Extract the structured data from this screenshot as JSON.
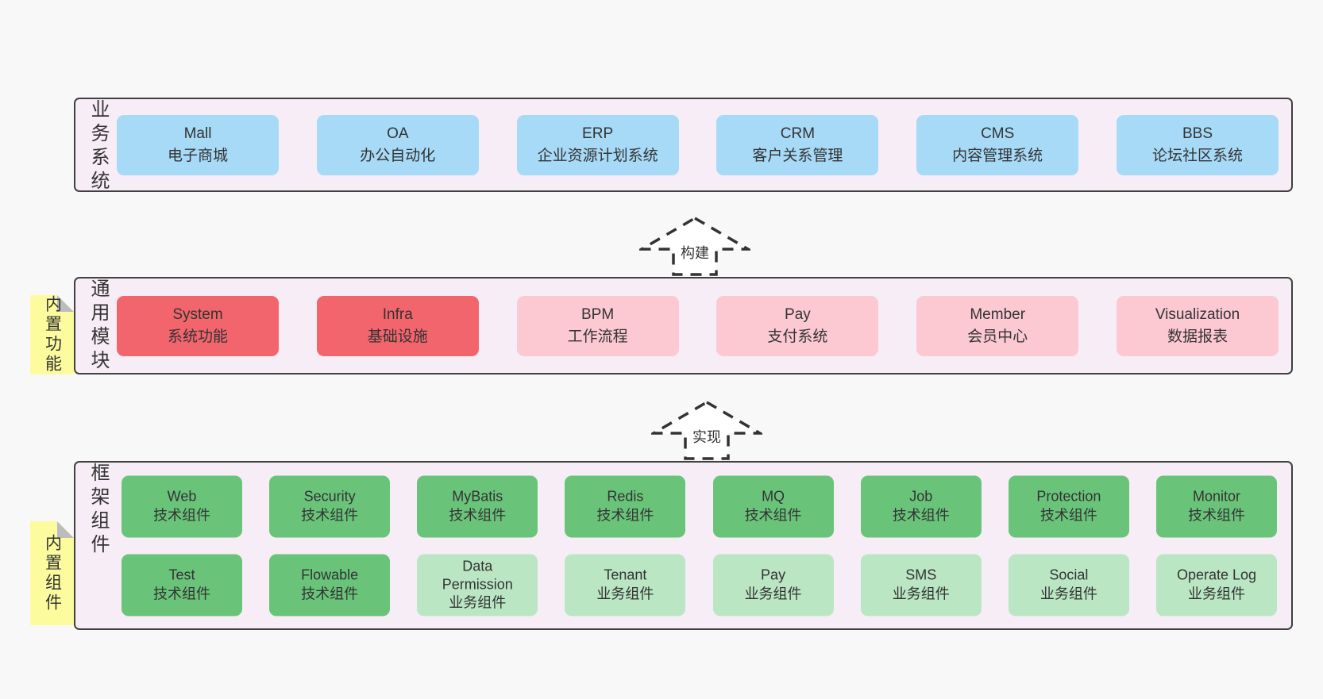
{
  "colors": {
    "page_bg": "#f8f8f8",
    "band_bg": "#f7edf6",
    "band_border": "#404040",
    "business_box": "#a7daf6",
    "core_module_box": "#f2656c",
    "optional_module_box": "#fcc9d3",
    "tech_component_box": "#69c47a",
    "biz_component_box": "#bae6c3",
    "note_bg": "#fcfc9e",
    "note_fold": "#bcbcbc",
    "text": "#333333"
  },
  "arrows": {
    "build": "构建",
    "implement": "实现"
  },
  "band1": {
    "label": "业务系统",
    "boxes": [
      {
        "name": "Mall",
        "desc": "电子商城",
        "kind": "business"
      },
      {
        "name": "OA",
        "desc": "办公自动化",
        "kind": "business"
      },
      {
        "name": "ERP",
        "desc": "企业资源计划系统",
        "kind": "business"
      },
      {
        "name": "CRM",
        "desc": "客户关系管理",
        "kind": "business"
      },
      {
        "name": "CMS",
        "desc": "内容管理系统",
        "kind": "business"
      },
      {
        "name": "BBS",
        "desc": "论坛社区系统",
        "kind": "business"
      }
    ]
  },
  "band2": {
    "label": "通用模块",
    "note": "内置功能",
    "boxes": [
      {
        "name": "System",
        "desc": "系统功能",
        "kind": "core"
      },
      {
        "name": "Infra",
        "desc": "基础设施",
        "kind": "core"
      },
      {
        "name": "BPM",
        "desc": "工作流程",
        "kind": "optional"
      },
      {
        "name": "Pay",
        "desc": "支付系统",
        "kind": "optional"
      },
      {
        "name": "Member",
        "desc": "会员中心",
        "kind": "optional"
      },
      {
        "name": "Visualization",
        "desc": "数据报表",
        "kind": "optional"
      }
    ]
  },
  "band3": {
    "label": "框架组件",
    "note": "内置组件",
    "row1": [
      {
        "name": "Web",
        "desc": "技术组件",
        "kind": "tech"
      },
      {
        "name": "Security",
        "desc": "技术组件",
        "kind": "tech"
      },
      {
        "name": "MyBatis",
        "desc": "技术组件",
        "kind": "tech"
      },
      {
        "name": "Redis",
        "desc": "技术组件",
        "kind": "tech"
      },
      {
        "name": "MQ",
        "desc": "技术组件",
        "kind": "tech"
      },
      {
        "name": "Job",
        "desc": "技术组件",
        "kind": "tech"
      },
      {
        "name": "Protection",
        "desc": "技术组件",
        "kind": "tech"
      },
      {
        "name": "Monitor",
        "desc": "技术组件",
        "kind": "tech"
      }
    ],
    "row2": [
      {
        "name": "Test",
        "desc": "技术组件",
        "kind": "tech"
      },
      {
        "name": "Flowable",
        "desc": "技术组件",
        "kind": "tech"
      },
      {
        "name": "Data Permission",
        "desc": "业务组件",
        "kind": "biz"
      },
      {
        "name": "Tenant",
        "desc": "业务组件",
        "kind": "biz"
      },
      {
        "name": "Pay",
        "desc": "业务组件",
        "kind": "biz"
      },
      {
        "name": "SMS",
        "desc": "业务组件",
        "kind": "biz"
      },
      {
        "name": "Social",
        "desc": "业务组件",
        "kind": "biz"
      },
      {
        "name": "Operate Log",
        "desc": "业务组件",
        "kind": "biz"
      }
    ]
  }
}
